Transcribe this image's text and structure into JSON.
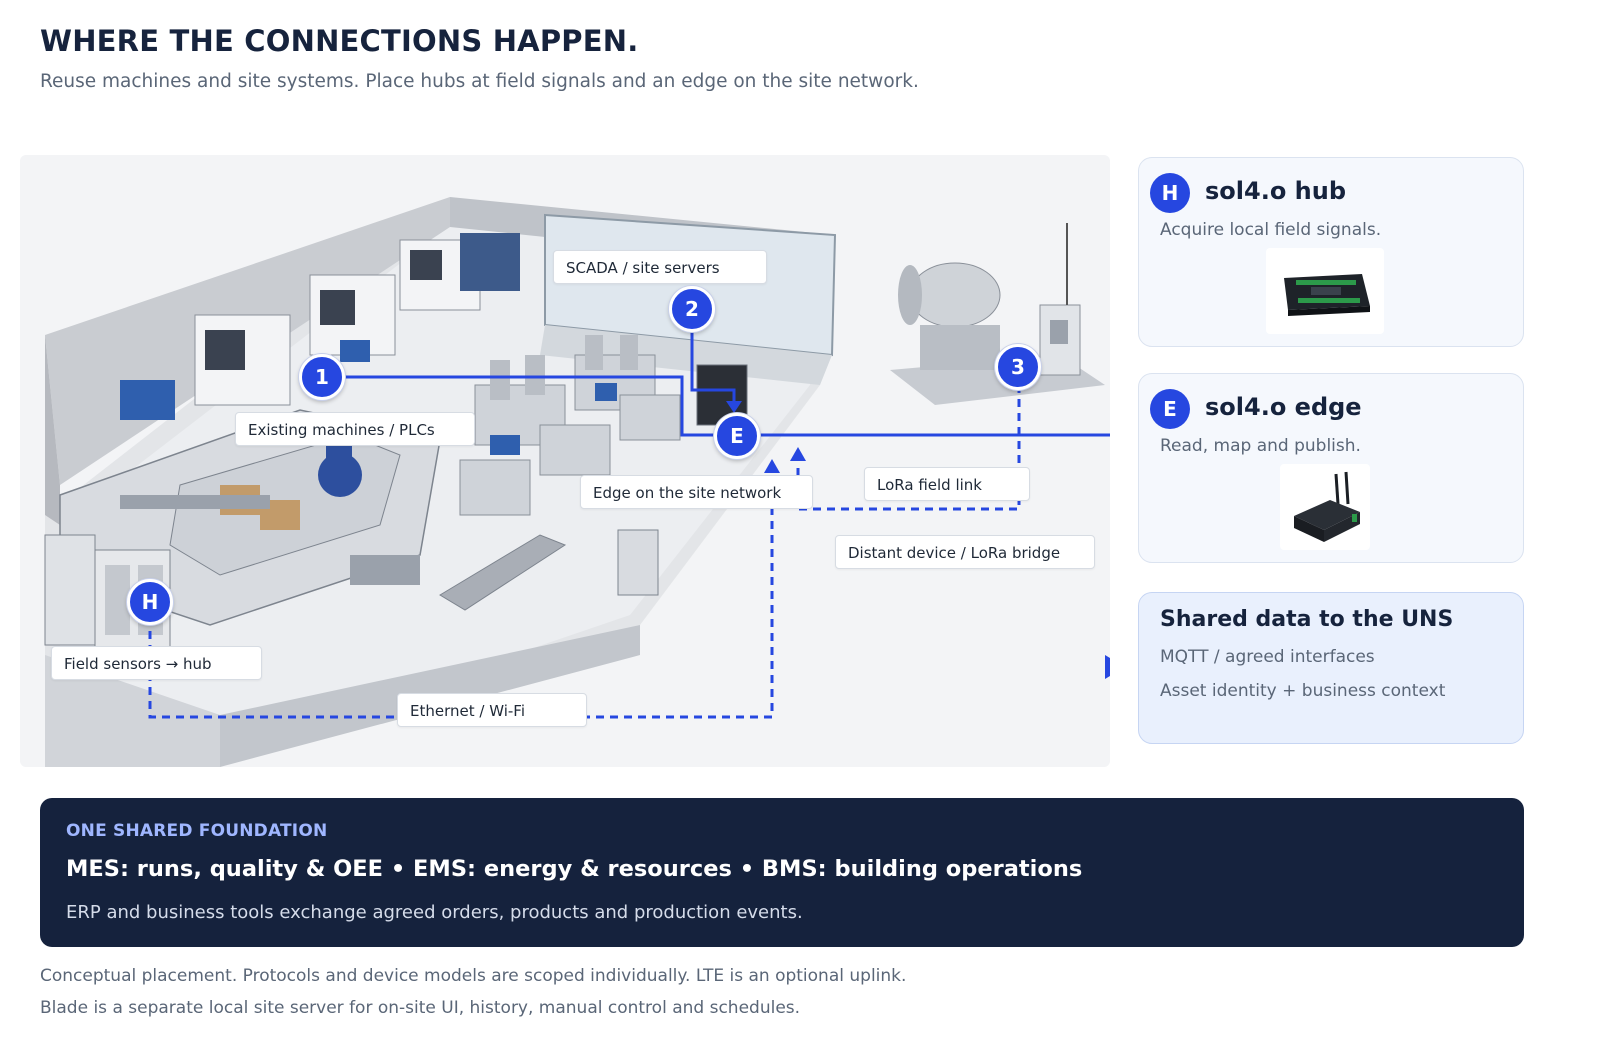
{
  "header": {
    "title": "WHERE THE CONNECTIONS HAPPEN.",
    "subtitle": "Reuse machines and site systems. Place hubs at field signals and an edge on the site network."
  },
  "scene": {
    "markers": {
      "m1": "1",
      "m2": "2",
      "m3": "3",
      "edge": "E",
      "hub": "H"
    },
    "labels": {
      "scada": "SCADA / site servers",
      "machines": "Existing machines / PLCs",
      "edge_network": "Edge on the site network",
      "lora_link": "LoRa field link",
      "distant_device": "Distant device / LoRa bridge",
      "field_sensors": "Field sensors → hub",
      "ethernet": "Ethernet / Wi-Fi"
    },
    "link_color": "#2647e0"
  },
  "cards": {
    "hub": {
      "badge": "H",
      "title": "sol4.o hub",
      "desc": "Acquire local field signals."
    },
    "edge": {
      "badge": "E",
      "title": "sol4.o edge",
      "desc": "Read, map and publish."
    },
    "uns": {
      "title": "Shared data to the UNS",
      "line1": "MQTT / agreed interfaces",
      "line2": "Asset identity + business context"
    }
  },
  "foundation": {
    "eyebrow": "ONE SHARED FOUNDATION",
    "headline": "MES: runs, quality & OEE • EMS: energy & resources • BMS: building operations",
    "desc": "ERP and business tools exchange agreed orders, products and production events."
  },
  "footnotes": {
    "line1": "Conceptual placement. Protocols and device models are scoped individually. LTE is an optional uplink.",
    "line2": "Blade is a separate local site server for on-site UI, history, manual control and schedules."
  },
  "colors": {
    "accent": "#2647e0",
    "navy": "#15223d",
    "eyebrow": "#9fb6ff"
  }
}
